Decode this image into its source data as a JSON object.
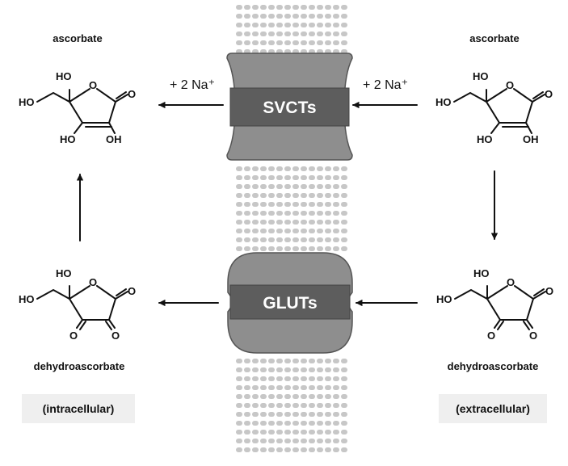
{
  "labels": {
    "ascorbate_left": "ascorbate",
    "ascorbate_right": "ascorbate",
    "dehydro_left": "dehydroascorbate",
    "dehydro_right": "dehydroascorbate",
    "intracellular": "(intracellular)",
    "extracellular": "(extracellular)",
    "sodium_left": "+ 2 Na⁺",
    "sodium_right": "+ 2 Na⁺"
  },
  "transporters": {
    "top": "SVCTs",
    "bottom": "GLUTs"
  },
  "atoms": {
    "ho": "HO",
    "oh": "OH",
    "o": "O"
  },
  "colors": {
    "transporter_outer": "#8e8e8e",
    "transporter_band": "#5d5d5d",
    "membrane_head": "#bdbdbd",
    "membrane_tail": "#d3d3d3",
    "location_box": "#efefef"
  }
}
